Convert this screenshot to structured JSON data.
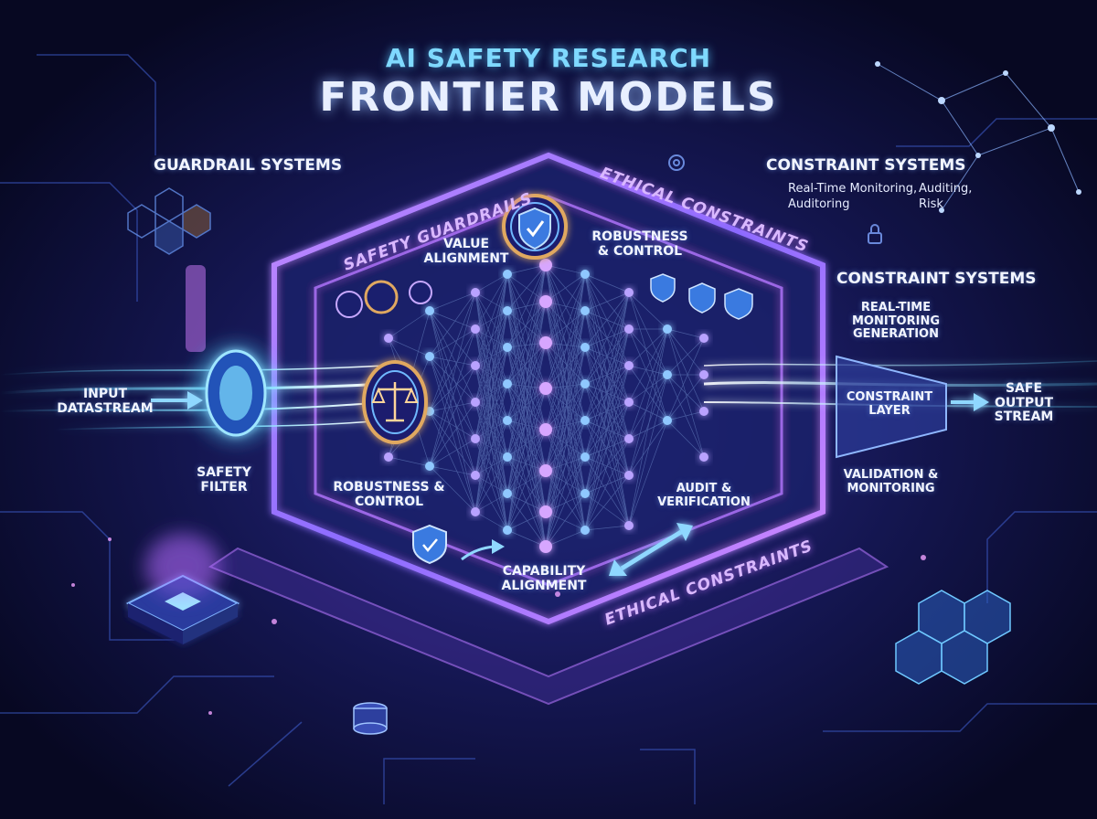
{
  "header": {
    "subtitle": "AI SAFETY RESEARCH",
    "title": "FRONTIER MODELS"
  },
  "labels": {
    "guardrail_systems": "GUARDRAIL SYSTEMS",
    "constraint_systems_top": "CONSTRAINT SYSTEMS",
    "constraint_top_detail_1": "Real-Time Monitoring,",
    "constraint_top_detail_2": "Auditing,",
    "constraint_top_detail_3": "Auditoring",
    "constraint_top_detail_4": "Risk",
    "constraint_systems_mid": "CONSTRAINT SYSTEMS",
    "realtime_monitoring_generation": "REAL-TIME MONITORING GENERATION",
    "value_alignment": "VALUE ALIGNMENT",
    "robustness_control_top": "ROBUSTNESS & CONTROL",
    "input_datastream": "INPUT DATASTREAM",
    "safety_filter": "SAFETY FILTER",
    "robustness_control_bottom": "ROBUSTNESS & CONTROL",
    "audit_verification": "AUDIT & VERIFICATION",
    "capability_alignment": "CAPABILITY ALIGNMENT",
    "constraint_layer": "CONSTRAINT LAYER",
    "safe_output_stream": "SAFE OUTPUT STREAM",
    "validation_monitoring": "VALIDATION & MONITORING"
  },
  "bands": {
    "safety_guardrails": "SAFETY GUARDRAILS",
    "ethical_constraints_top": "ETHICAL CONSTRAINTS",
    "ethical_constraints_bottom": "ETHICAL CONSTRAINTS"
  },
  "icons": [
    "shield-check-icon",
    "scales-icon",
    "gear-icon",
    "lock-icon",
    "database-icon",
    "chip-icon"
  ],
  "colors": {
    "background": "#0a0c2e",
    "cyan_glow": "#57d4ff",
    "purple_glow": "#b46bff",
    "node": "#9ecbff",
    "title_top": "#7fd9ff"
  }
}
